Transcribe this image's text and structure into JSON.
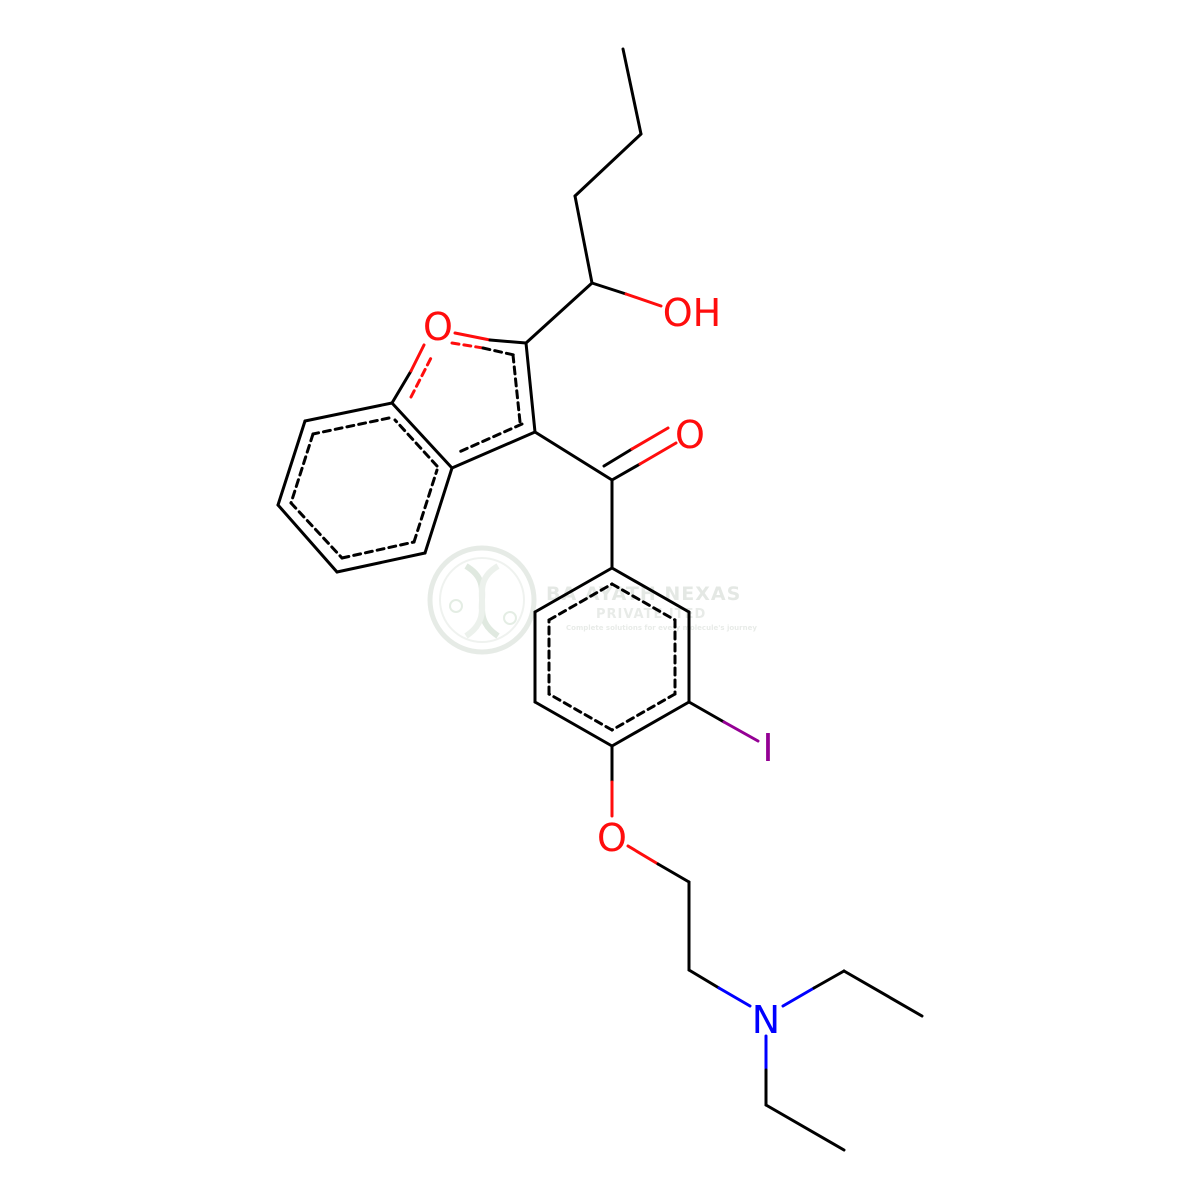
{
  "colors": {
    "bond": "#000000",
    "oxygen": "#ff0d0d",
    "nitrogen": "#0000ff",
    "iodine": "#940094",
    "watermark": "#cfd8cf"
  },
  "atoms": {
    "furan_o": "O",
    "hydroxyl": "OH",
    "carbonyl_o": "O",
    "iodine": "I",
    "ether_o": "O",
    "amine_n": "N"
  },
  "watermark": {
    "logo_icon": "dna-helix-icon",
    "title": "BA    AYATH NEXAS",
    "subtitle": "PRIVATE    ITED",
    "tagline": "Complete solutions for every molecule's journey"
  }
}
